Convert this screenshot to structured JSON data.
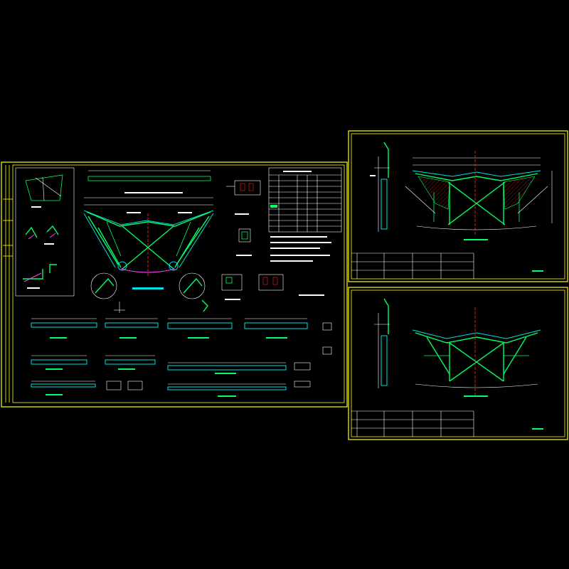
{
  "drawing": {
    "background": "#000000",
    "frame_color": "#ffff00",
    "line_colors": {
      "structure": "#00ff66",
      "dimension": "#ffffff",
      "axis": "#ff2020",
      "detail": "#00e0e0",
      "accent": "#ff40ff"
    }
  },
  "sheets": [
    {
      "id": "main-sheet"
    },
    {
      "id": "elevation-sheet-top"
    },
    {
      "id": "elevation-sheet-bottom"
    }
  ]
}
